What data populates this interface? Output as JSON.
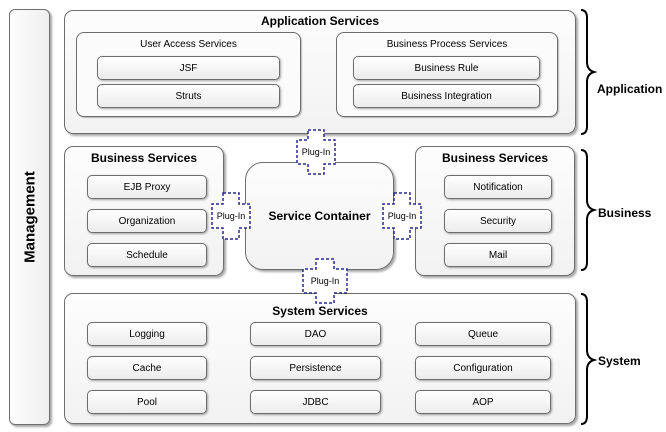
{
  "management": {
    "label": "Management"
  },
  "application": {
    "title": "Application Services",
    "user_access": {
      "title": "User Access Services",
      "items": [
        "JSF",
        "Struts"
      ]
    },
    "business_process": {
      "title": "Business Process Services",
      "items": [
        "Business Rule",
        "Business Integration"
      ]
    }
  },
  "business_left": {
    "title": "Business Services",
    "items": [
      "EJB Proxy",
      "Organization",
      "Schedule"
    ]
  },
  "business_right": {
    "title": "Business Services",
    "items": [
      "Notification",
      "Security",
      "Mail"
    ]
  },
  "service_container": {
    "label": "Service Container"
  },
  "plugins": [
    "Plug-In",
    "Plug-In",
    "Plug-In",
    "Plug-In"
  ],
  "system": {
    "title": "System Services",
    "items": [
      "Logging",
      "DAO",
      "Queue",
      "Cache",
      "Persistence",
      "Configuration",
      "Pool",
      "JDBC",
      "AOP"
    ]
  },
  "layers": [
    "Application",
    "Business",
    "System"
  ]
}
